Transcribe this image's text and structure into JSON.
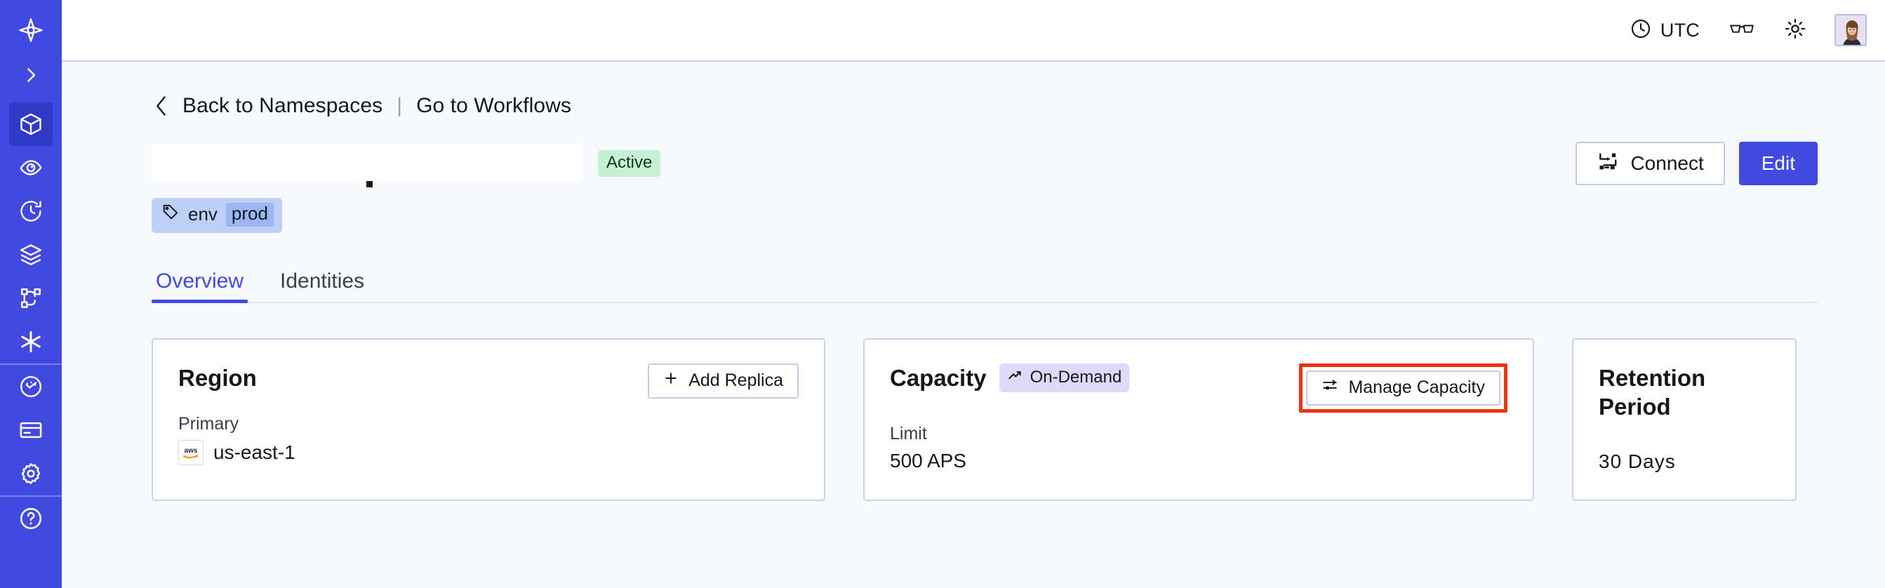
{
  "sidebar": {
    "items": [
      {
        "name": "logo",
        "icon": "temporal-logo-icon",
        "active": false
      },
      {
        "name": "expand",
        "icon": "chevron-right-icon",
        "active": false
      },
      {
        "name": "namespaces",
        "icon": "cube-icon",
        "active": true
      },
      {
        "name": "observe",
        "icon": "eye-icon",
        "active": false
      },
      {
        "name": "schedules",
        "icon": "clock-history-icon",
        "active": false
      },
      {
        "name": "layers",
        "icon": "layers-icon",
        "active": false
      },
      {
        "name": "workflows",
        "icon": "node-tree-icon",
        "active": false
      },
      {
        "name": "integrations",
        "icon": "asterisk-icon",
        "active": false
      },
      {
        "name": "usage",
        "icon": "gauge-icon",
        "active": false
      },
      {
        "name": "billing",
        "icon": "credit-card-icon",
        "active": false
      },
      {
        "name": "settings",
        "icon": "gear-icon",
        "active": false
      },
      {
        "name": "help",
        "icon": "help-circle-icon",
        "active": false
      }
    ]
  },
  "topbar": {
    "timezone_label": "UTC",
    "timezone_icon": "clock-icon",
    "reading_mode_icon": "glasses-icon",
    "theme_icon": "sun-icon",
    "avatar_icon": "user-avatar"
  },
  "breadcrumb": {
    "back_label": "Back to Namespaces",
    "separator": "|",
    "forward_label": "Go to Workflows",
    "chevron_icon": "chevron-left-icon"
  },
  "header": {
    "namespace_title": "",
    "status_badge": "Active",
    "connect_label": "Connect",
    "connect_icon": "connect-flow-icon",
    "edit_label": "Edit",
    "tag": {
      "icon": "tag-icon",
      "key": "env",
      "value": "prod"
    }
  },
  "tabs": [
    {
      "label": "Overview",
      "selected": true
    },
    {
      "label": "Identities",
      "selected": false
    }
  ],
  "cards": {
    "region": {
      "title": "Region",
      "action_label": "Add Replica",
      "action_icon": "plus-icon",
      "sub_label": "Primary",
      "provider_icon": "aws-logo-icon",
      "value": "us-east-1"
    },
    "capacity": {
      "title": "Capacity",
      "badge_label": "On-Demand",
      "badge_icon": "trend-up-icon",
      "action_label": "Manage Capacity",
      "action_icon": "sliders-icon",
      "action_highlighted": true,
      "sub_label": "Limit",
      "value": "500 APS"
    },
    "retention": {
      "title": "Retention Period",
      "value": "30 Days"
    }
  },
  "colors": {
    "brand": "#4149e0",
    "brand_active": "#3139c9",
    "page_bg": "#f7f9fc",
    "card_border": "#c7d1e8",
    "badge_active_bg": "#c7efd1",
    "badge_ondemand_bg": "#ded9fa",
    "tag_bg": "#bcd0f7",
    "tag_value_bg": "#9bb6f2",
    "highlight": "#ea3313"
  }
}
